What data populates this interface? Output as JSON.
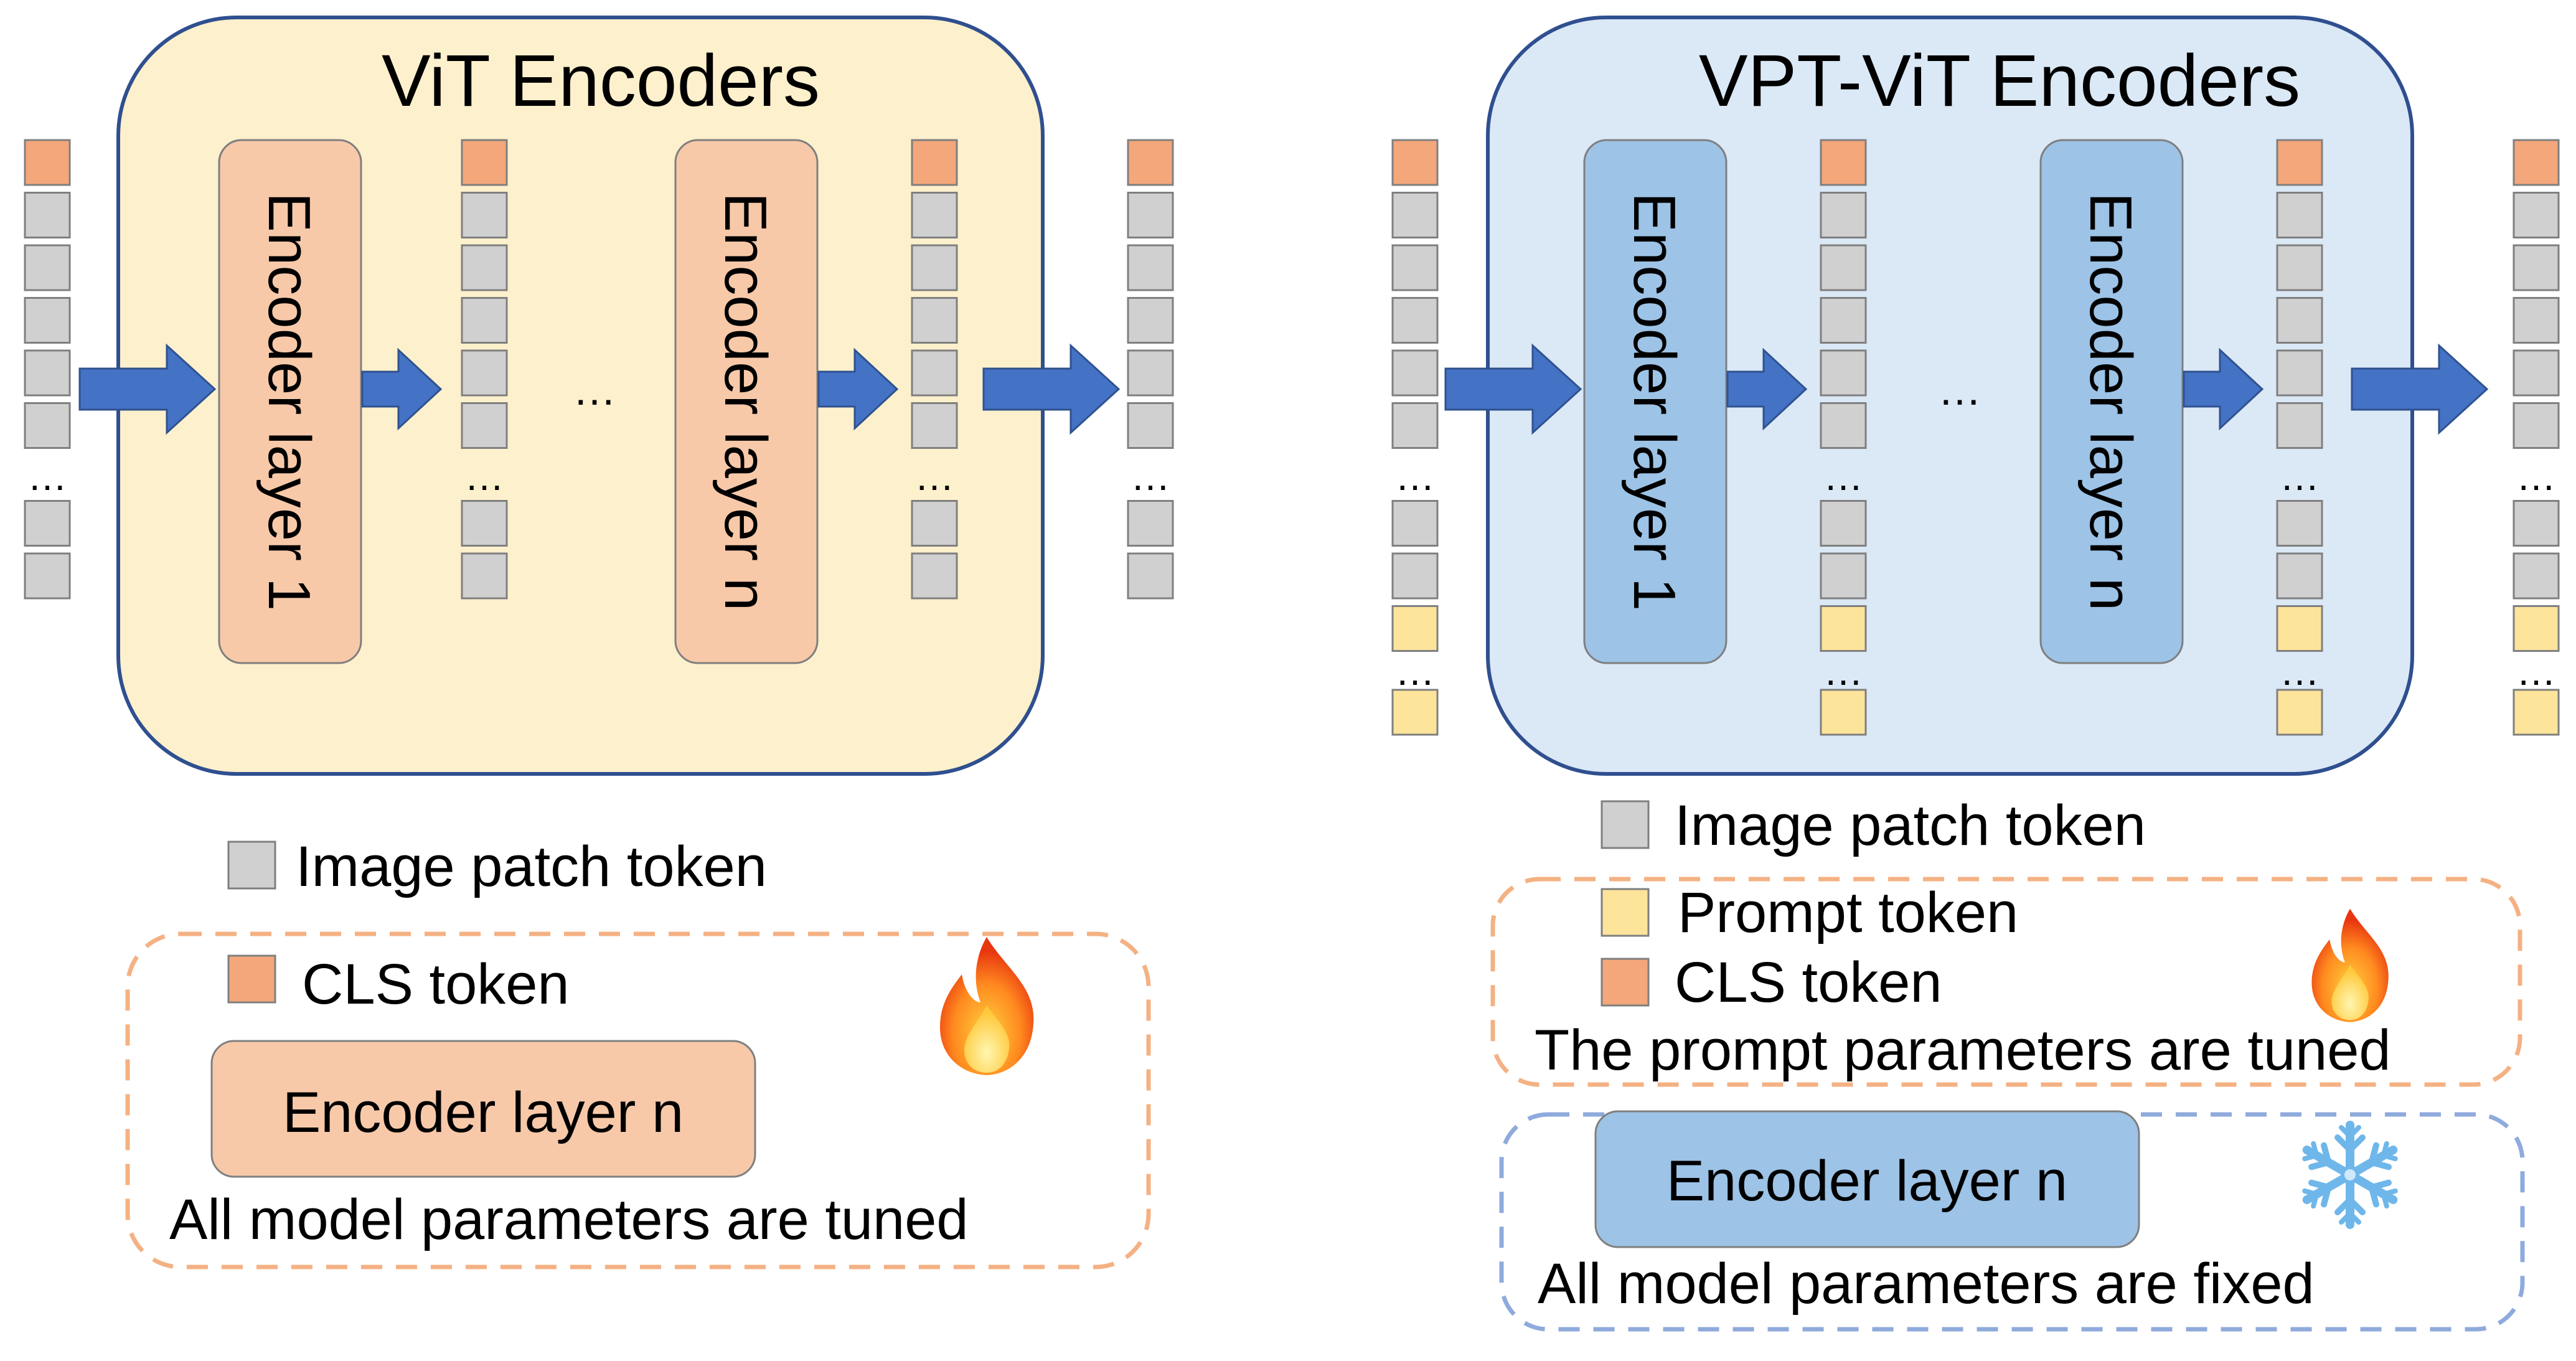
{
  "left": {
    "title": "ViT Encoders",
    "layer1_label": "Encoder layer 1",
    "layern_label": "Encoder layer n",
    "ellipsis": "…",
    "legend": {
      "image_patch_label": "Image patch token",
      "cls_label": "CLS token",
      "encoder_label": "Encoder layer n",
      "caption": "All model parameters are tuned"
    }
  },
  "right": {
    "title": "VPT-ViT Encoders",
    "layer1_label": "Encoder layer 1",
    "layern_label": "Encoder layer n",
    "ellipsis": "…",
    "legend": {
      "image_patch_label": "Image patch token",
      "prompt_label": "Prompt token",
      "cls_label": "CLS token",
      "tuned_caption": "The prompt parameters are tuned",
      "encoder_label": "Encoder layer n",
      "fixed_caption": "All model parameters are fixed"
    }
  },
  "colors": {
    "left_panel_fill": "#fdf0cc",
    "right_panel_fill": "#dbe8f6",
    "panel_stroke": "#2f4f8f",
    "left_encoder_fill": "#f7c9a9",
    "right_encoder_fill": "#9dc3e6",
    "cls_token": "#f4a77a",
    "patch_token": "#d0d0d0",
    "prompt_token": "#fde49b",
    "arrow": "#4472c4",
    "tuned_border": "#f4b183",
    "fixed_border": "#8faadc"
  },
  "icons": {
    "tuned_icon": "fire-icon",
    "fixed_icon": "snowflake-icon"
  }
}
